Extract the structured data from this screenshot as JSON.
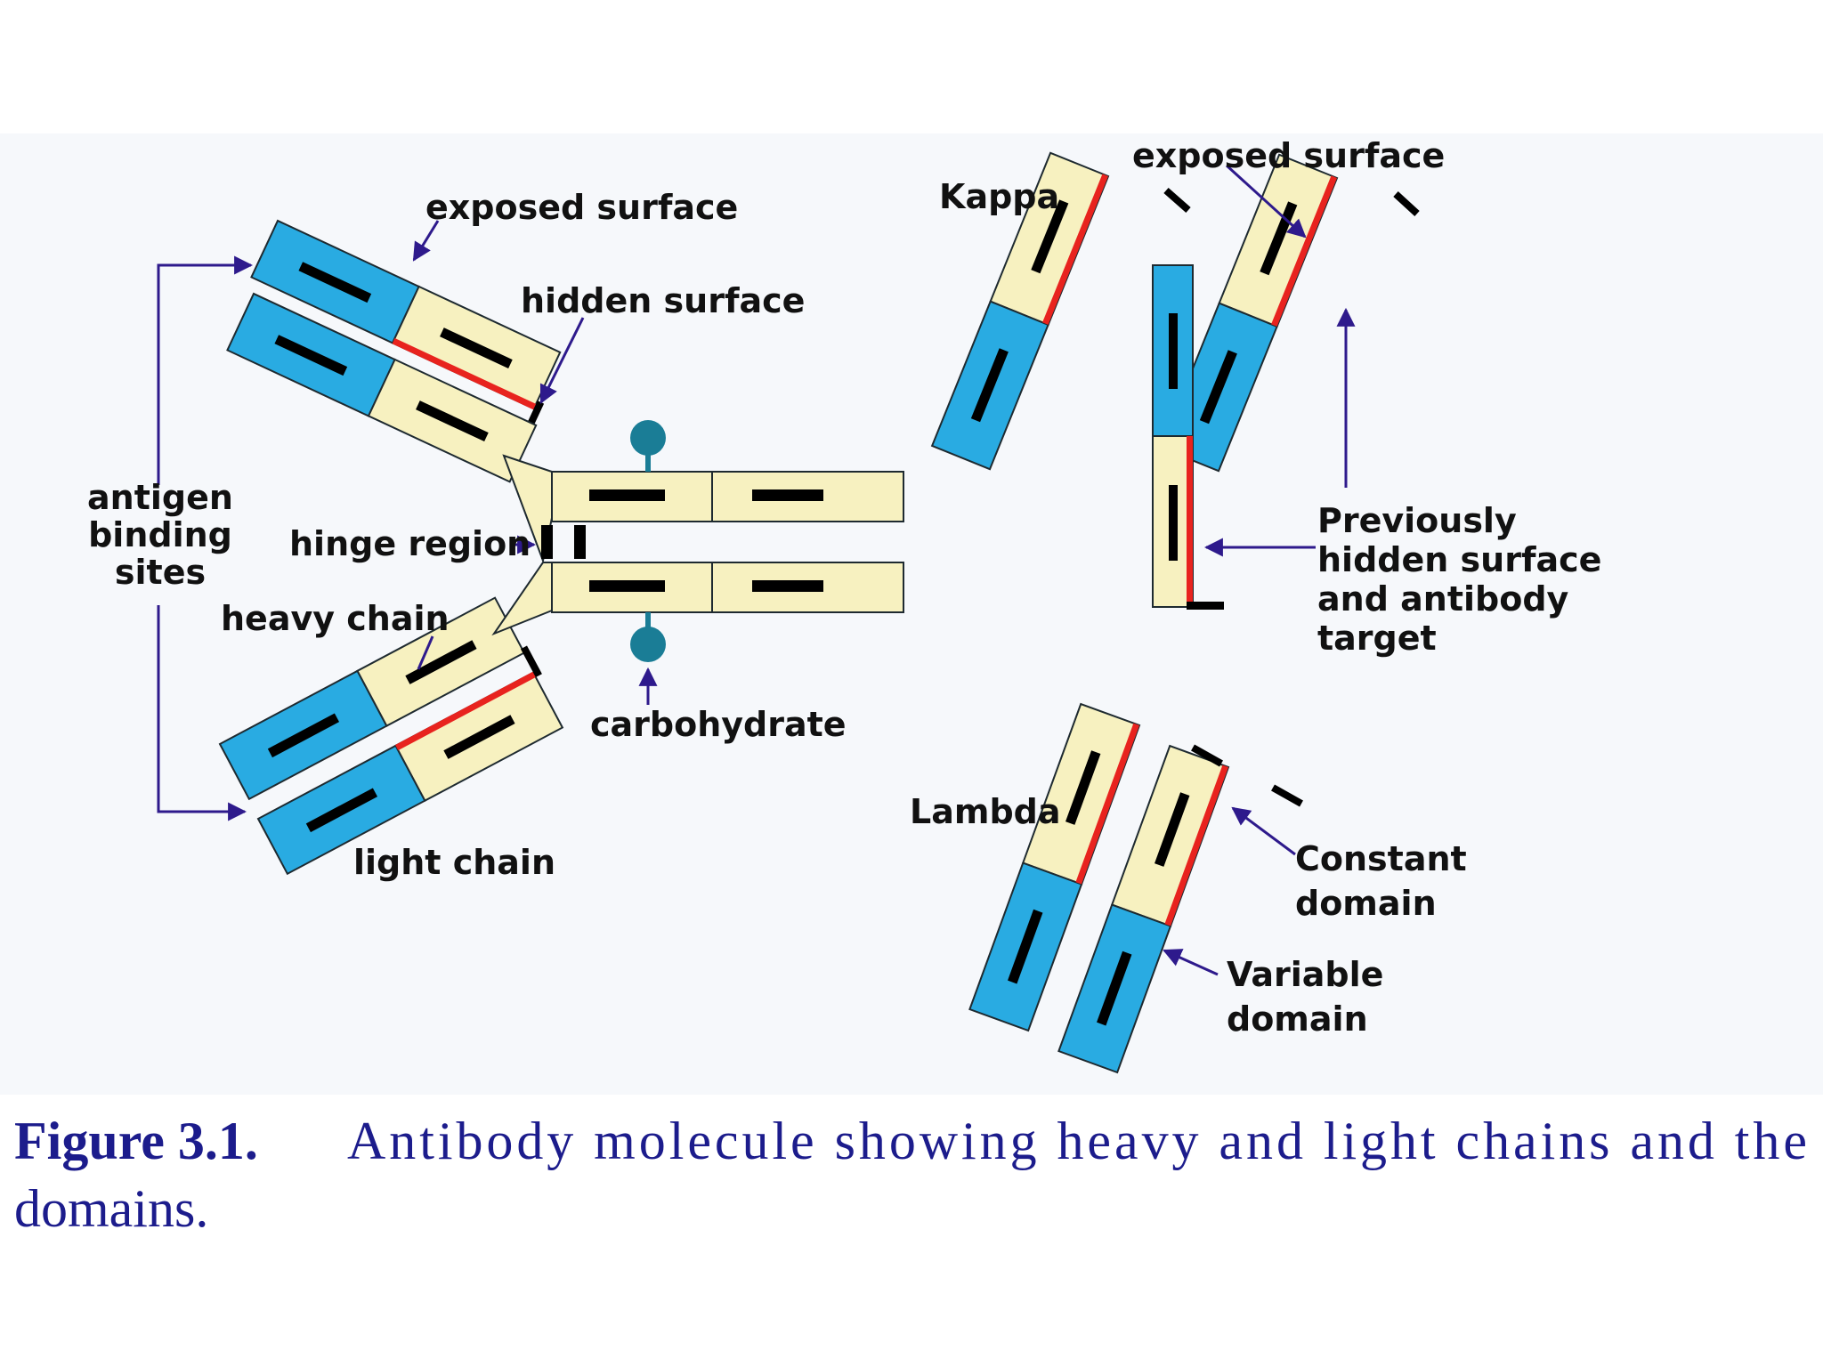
{
  "colors": {
    "variable_domain": "#29abe2",
    "constant_domain": "#f7f1c0",
    "hidden_surface": "#e8231e",
    "outline": "#1e2a30",
    "bar": "#000000",
    "arrow": "#2e1a8c",
    "carbohydrate": "#1a7d96",
    "caption": "#1c1c8c"
  },
  "labels": {
    "exposed_surface_left": "exposed surface",
    "hidden_surface": "hidden surface",
    "antigen_line1": "antigen",
    "antigen_line2": "binding",
    "antigen_line3": "sites",
    "hinge_region": "hinge region",
    "heavy_chain": "heavy chain",
    "carbohydrate": "carbohydrate",
    "light_chain": "light chain",
    "kappa": "Kappa",
    "exposed_surface_right": "exposed surface",
    "prev_line1": "Previously",
    "prev_line2": "hidden surface",
    "prev_line3": "and antibody",
    "prev_line4": "target",
    "lambda": "Lambda",
    "constant_line1": "Constant",
    "constant_line2": "domain",
    "variable_line1": "Variable",
    "variable_line2": "domain"
  },
  "caption": {
    "number": "Figure 3.1.",
    "line1_rest": "Antibody molecule showing heavy and light chains and the",
    "line2": "domains."
  }
}
